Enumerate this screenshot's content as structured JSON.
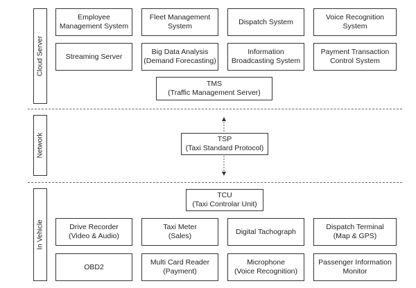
{
  "sections": {
    "cloud": "Cloud Server",
    "network": "Network",
    "vehicle": "In Vehicle"
  },
  "cloud": {
    "row1": [
      "Employee\nManagement System",
      "Fleet Management\nSystem",
      "Dispatch System",
      "Voice Recognition\nSystem"
    ],
    "row2": [
      "Streaming Server",
      "Big Data Analysis\n(Demand Forecasting)",
      "Information\nBroadcasting System",
      "Payment Transaction\nControl System"
    ],
    "tms": "TMS\n(Traffic Management Server)"
  },
  "network": {
    "tsp": "TSP\n(Taxi Standard Protocol)"
  },
  "vehicle": {
    "tcu": "TCU\n(Taxi Controlar Unit)",
    "row1": [
      "Drive Recorder\n(Video & Audio)",
      "Taxi Meter\n(Sales)",
      "Digital Tachograph",
      "Dispatch Terminal\n(Map & GPS)"
    ],
    "row2": [
      "OBD2",
      "Multi Card Reader\n(Payment)",
      "Microphone\n(Voice Recognition)",
      "Passenger Information\nMonitor"
    ]
  }
}
